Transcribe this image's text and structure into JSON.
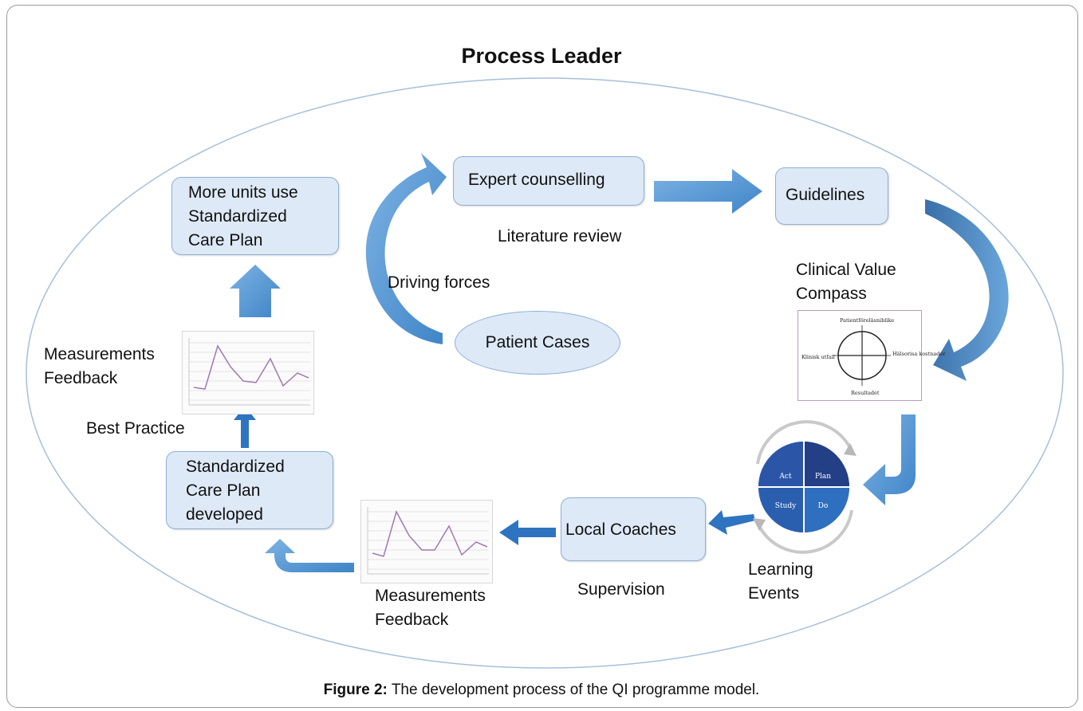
{
  "title": "Process Leader",
  "caption": {
    "prefix": "Figure 2:",
    "text": " The development process of the QI programme model."
  },
  "nodes": {
    "more_units": "More units use\nStandardized\nCare Plan",
    "expert": "Expert counselling",
    "guidelines": "Guidelines",
    "patient_cases": "Patient Cases",
    "standardized_developed": "Standardized\nCare Plan\ndeveloped",
    "local_coaches": "Local Coaches"
  },
  "labels": {
    "literature_review": "Literature review",
    "driving_forces": "Driving forces",
    "clinical_value_compass": "Clinical Value\nCompass",
    "measurements_feedback_left": "Measurements\nFeedback",
    "best_practice": "Best Practice",
    "learning_events": "Learning\nEvents",
    "supervision": "Supervision",
    "measurements_feedback_bottom": "Measurements\nFeedback"
  },
  "compass": {
    "top": "Patientföreläsniblike",
    "left": "Klinisk utfall",
    "right": "Hälsorisa\nkostnader",
    "bottom": "Resultadet"
  },
  "pdsa": {
    "act": "Act",
    "plan": "Plan",
    "study": "Study",
    "do": "Do"
  },
  "colors": {
    "box_fill": "#dde9f6",
    "box_border": "#8fb0d3",
    "arrow": "#5b9bd5",
    "pdsa_dark": "#1f3a7a",
    "pdsa_light": "#2f6fc0"
  }
}
